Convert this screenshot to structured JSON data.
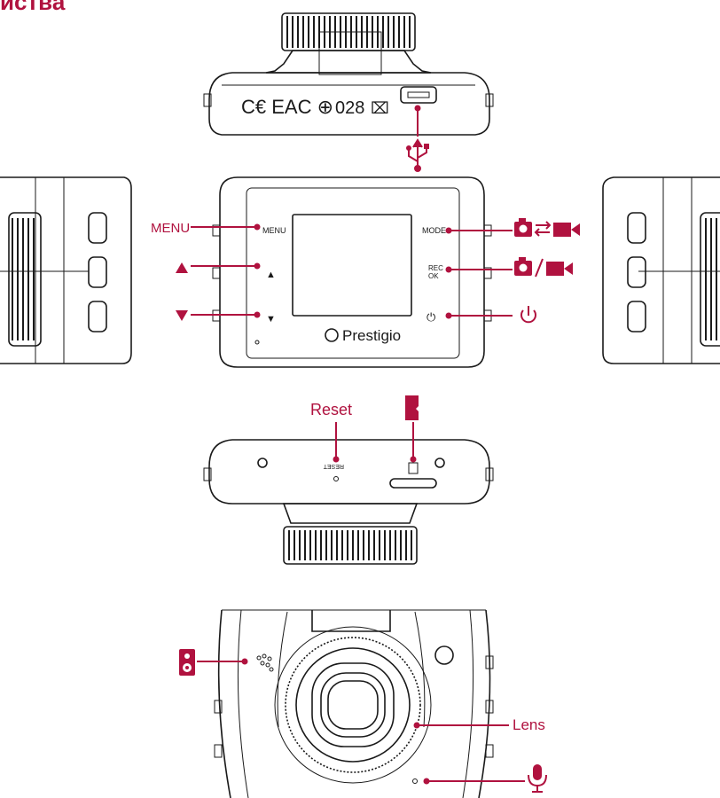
{
  "header": {
    "title": "иства"
  },
  "device": {
    "brand": "Prestigio",
    "button_labels": {
      "menu": "MENU",
      "mode": "MODE",
      "rec": "REC",
      "ok": "OK"
    },
    "bottom_marks": {
      "reset": "RESET"
    },
    "cert_text": "028"
  },
  "callouts": {
    "menu": "MENU",
    "reset": "Reset",
    "lens": "Lens"
  },
  "colors": {
    "accent": "#b0123f",
    "line": "#1a1a1a"
  },
  "icons": [
    "usb-icon",
    "camera-icon",
    "swap-icon",
    "video-icon",
    "power-icon",
    "sd-card-icon",
    "speaker-icon",
    "microphone-icon",
    "up-arrow-icon",
    "down-arrow-icon"
  ]
}
